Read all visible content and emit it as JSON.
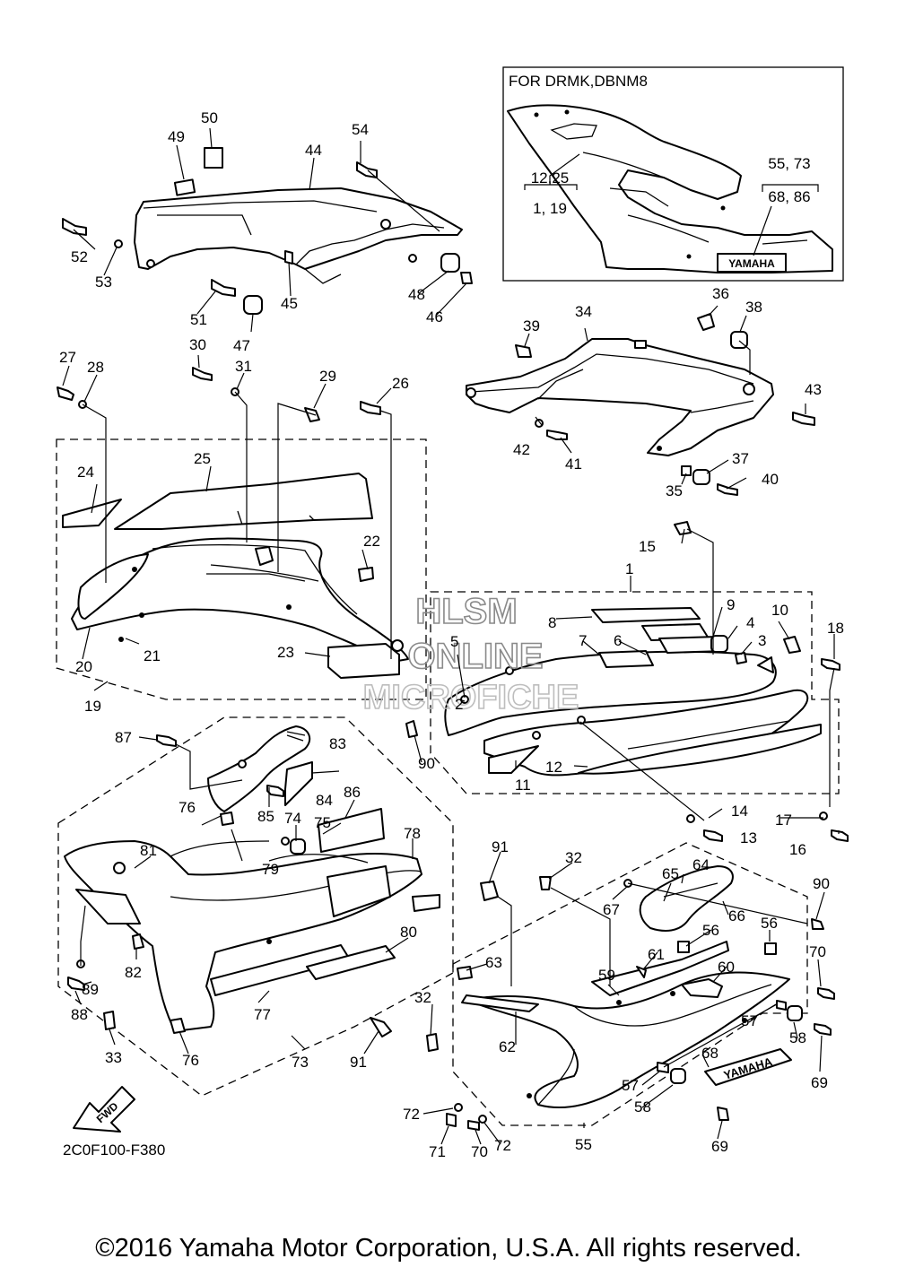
{
  "inset": {
    "title": "FOR DRMK,DBNM8",
    "labels": [
      "12,25",
      "1, 19",
      "55, 73",
      "68, 86"
    ],
    "emblem_text": "YAMAHA"
  },
  "watermark": [
    "HLSM",
    "ONLINE",
    "MICROFICHE"
  ],
  "diagram_code": "2C0F100-F380",
  "fwd_label": "FWD",
  "decal_text": "YAMAHA",
  "copyright": "©2016 Yamaha Motor Corporation, U.S.A. All rights reserved.",
  "callouts": [
    "1",
    "2",
    "3",
    "4",
    "5",
    "6",
    "7",
    "8",
    "9",
    "10",
    "11",
    "12",
    "13",
    "14",
    "15",
    "16",
    "17",
    "18",
    "19",
    "20",
    "21",
    "22",
    "23",
    "24",
    "25",
    "26",
    "27",
    "28",
    "29",
    "30",
    "31",
    "32",
    "32",
    "33",
    "34",
    "35",
    "36",
    "37",
    "38",
    "39",
    "40",
    "41",
    "42",
    "43",
    "44",
    "45",
    "46",
    "47",
    "48",
    "49",
    "50",
    "51",
    "52",
    "53",
    "54",
    "55",
    "56",
    "56",
    "57",
    "57",
    "58",
    "58",
    "59",
    "60",
    "61",
    "62",
    "63",
    "64",
    "65",
    "66",
    "67",
    "68",
    "69",
    "69",
    "70",
    "70",
    "71",
    "72",
    "72",
    "73",
    "74",
    "75",
    "76",
    "76",
    "77",
    "78",
    "79",
    "80",
    "81",
    "82",
    "83",
    "84",
    "85",
    "86",
    "87",
    "88",
    "89",
    "90",
    "90",
    "91",
    "91"
  ]
}
